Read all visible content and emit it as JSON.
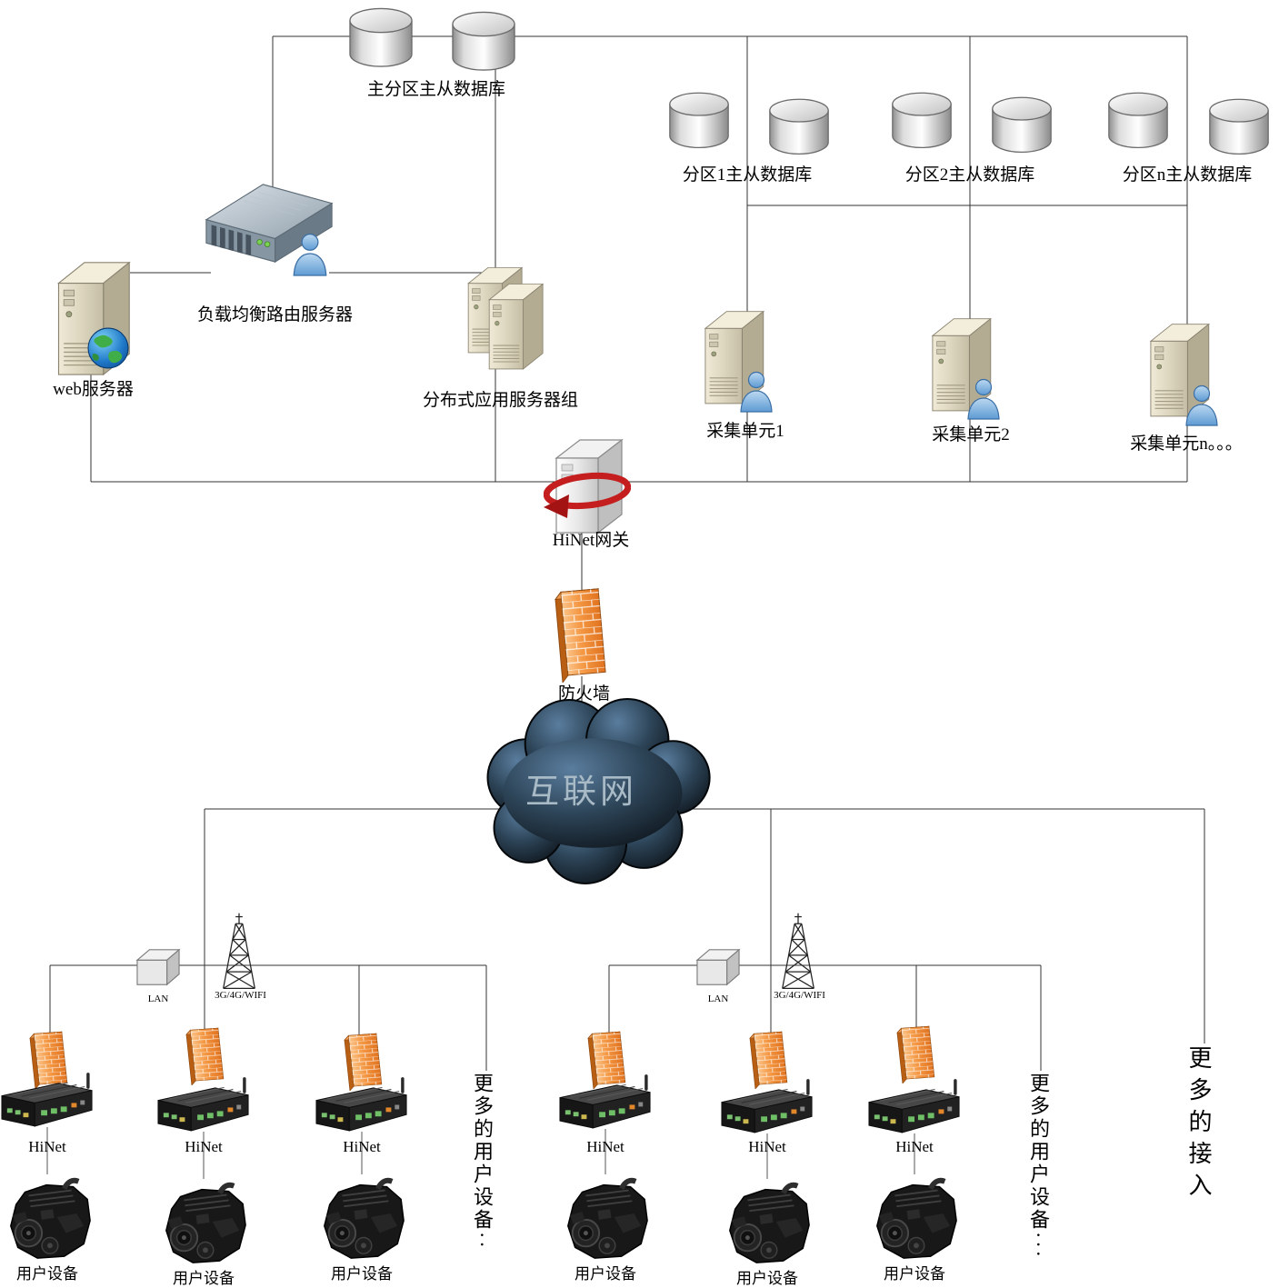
{
  "diagram": {
    "databases": {
      "main": "主分区主从数据库",
      "part1": "分区1主从数据库",
      "part2": "分区2主从数据库",
      "partn": "分区n主从数据库"
    },
    "servers": {
      "load_balancer": "负载均衡路由服务器",
      "web": "web服务器",
      "app_group": "分布式应用服务器组",
      "collector1": "采集单元1",
      "collector2": "采集单元2",
      "collectorn": "采集单元n。。。",
      "gateway": "HiNet网关",
      "firewall": "防火墙",
      "internet": "互联网"
    },
    "access": {
      "lan": "LAN",
      "wireless": "3G/4G/WIFI",
      "hinet": "HiNet",
      "user_device": "用户设备",
      "more_devices_left": "更多的用户设备··",
      "more_devices_right": "更多的用户设备···",
      "more_access": "更多的接入"
    }
  }
}
